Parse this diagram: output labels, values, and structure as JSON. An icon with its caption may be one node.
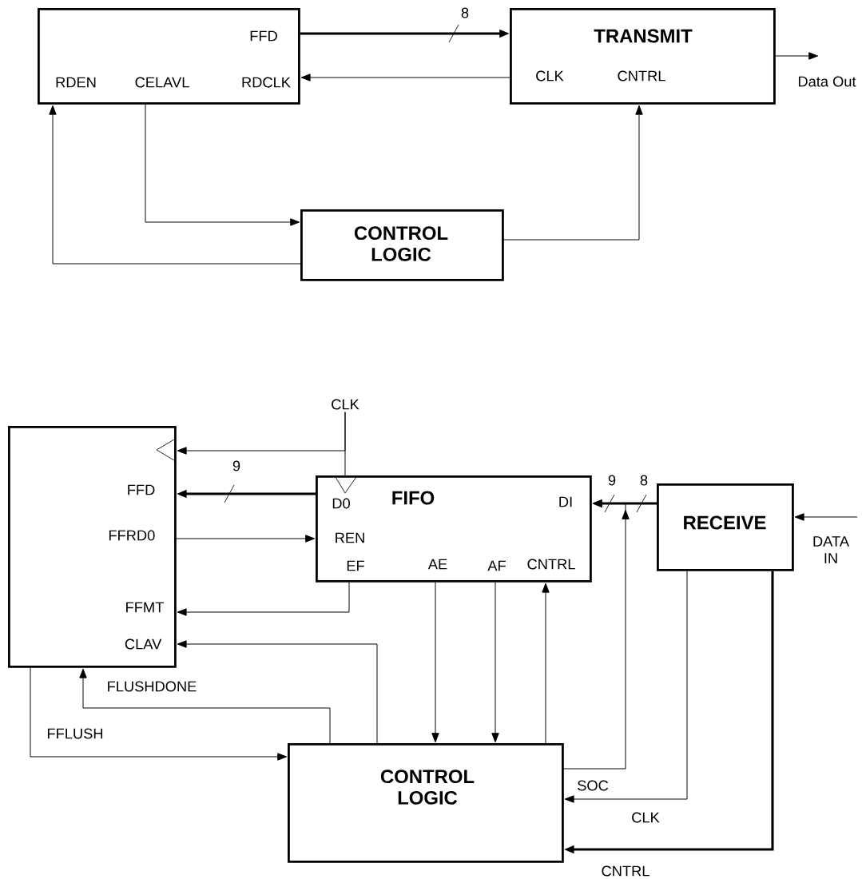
{
  "diagram": {
    "nodes": [
      {
        "text": [
          "FFD",
          "RDEN",
          "CELAVL",
          "RDCLK"
        ]
      },
      {
        "text": [
          "TRANSMIT",
          "CLK",
          "CNTRL"
        ]
      },
      {
        "text": [
          "CONTROL LOGIC"
        ]
      },
      {
        "text": [
          "FFD",
          "FFRD0",
          "FFMT",
          "CLAV"
        ]
      },
      {
        "text": [
          "D0",
          "FIFO",
          "DI",
          "REN",
          "EF",
          "AE",
          "AF",
          "CNTRL"
        ]
      },
      {
        "text": [
          "RECEIVE"
        ]
      },
      {
        "text": [
          "CONTROL LOGIC"
        ]
      },
      {
        "text": [
          "CLK"
        ]
      }
    ],
    "edges": [
      {
        "from": 0,
        "to": 1,
        "arrow": "to",
        "style": "thick",
        "label": "8"
      },
      {
        "from": 1,
        "to": 0,
        "arrow": "to"
      },
      {
        "from": 0,
        "to": 2,
        "arrow": "to"
      },
      {
        "from": 2,
        "to": 0,
        "arrow": "to"
      },
      {
        "from": 2,
        "to": 1,
        "arrow": "to"
      },
      {
        "from": 1,
        "to": null,
        "arrow": "to",
        "label": "Data Out"
      },
      {
        "from": 7,
        "to": 3,
        "arrow": "to"
      },
      {
        "from": 7,
        "to": 4,
        "arrow": "none"
      },
      {
        "from": 4,
        "to": 3,
        "arrow": "to",
        "style": "thick",
        "label": "9"
      },
      {
        "from": 3,
        "to": 4,
        "arrow": "to"
      },
      {
        "from": 4,
        "to": 3,
        "arrow": "to"
      },
      {
        "from": 6,
        "to": 3,
        "arrow": "to"
      },
      {
        "from": 6,
        "to": 3,
        "arrow": "to",
        "label": "FLUSHDONE"
      },
      {
        "from": 3,
        "to": 6,
        "arrow": "to",
        "label": "FFLUSH"
      },
      {
        "from": 4,
        "to": 6,
        "arrow": "to"
      },
      {
        "from": 4,
        "to": 6,
        "arrow": "to"
      },
      {
        "from": 6,
        "to": 4,
        "arrow": "to"
      },
      {
        "from": 5,
        "to": 4,
        "arrow": "to",
        "style": "thick",
        "label": "8"
      },
      {
        "from": 6,
        "to": 4,
        "arrow": "to",
        "label": "SOC"
      },
      {
        "from": 5,
        "to": 6,
        "arrow": "to",
        "label": "CLK"
      },
      {
        "from": 5,
        "to": 6,
        "arrow": "to",
        "style": "thick",
        "label": "CNTRL"
      },
      {
        "from": null,
        "to": 5,
        "arrow": "to",
        "label": "DATA IN"
      }
    ],
    "labels": [
      "9"
    ]
  }
}
